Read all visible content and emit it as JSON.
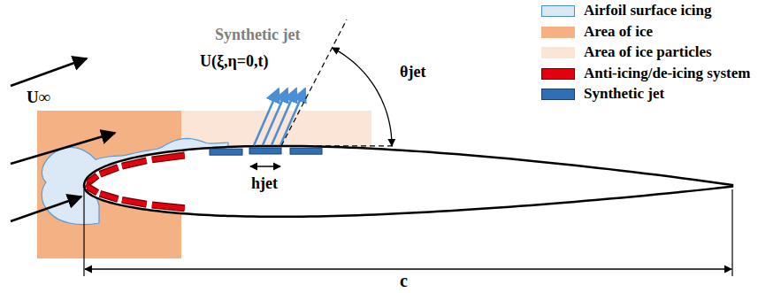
{
  "diagram": {
    "labels": [
      "U∞",
      "Synthetic jet",
      "U(ξ,η=0,t)",
      "θjet",
      "hjet",
      "c"
    ],
    "legend": [
      {
        "text": "Airfoil surface icing",
        "color": "#dbe9f6"
      },
      {
        "text": "Area of ice",
        "color": "#f4b183"
      },
      {
        "text": "Area of ice particles",
        "color": "#fbe5d6"
      },
      {
        "text": "Anti-icing/de-icing system",
        "color": "#e3000f"
      },
      {
        "text": "Synthetic jet",
        "color": "#2f6fb7"
      }
    ]
  }
}
